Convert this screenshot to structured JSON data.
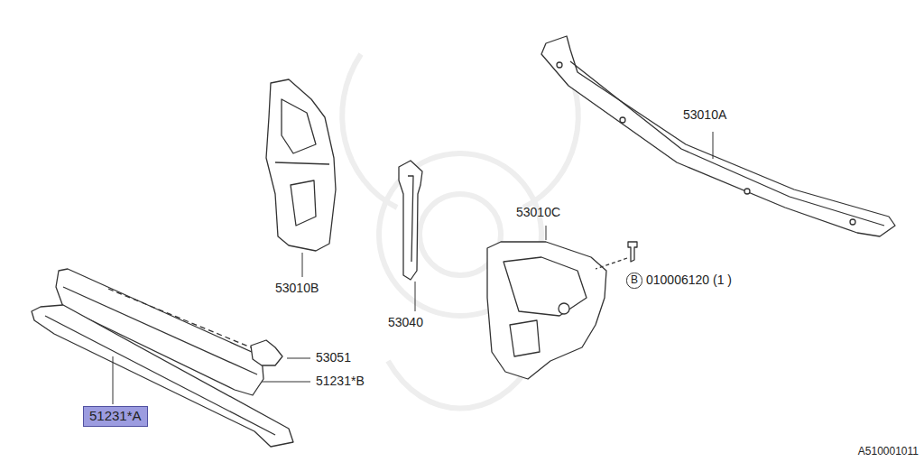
{
  "diagram": {
    "nodes": [
      {
        "text": [
          "51231*A"
        ]
      },
      {
        "text": [
          "B"
        ]
      }
    ],
    "edges": [],
    "labels": [
      "53010A",
      "53010B",
      "53040",
      "53010C",
      "010006120 (1 )",
      "53051",
      "51231*B",
      "A510001011"
    ]
  }
}
